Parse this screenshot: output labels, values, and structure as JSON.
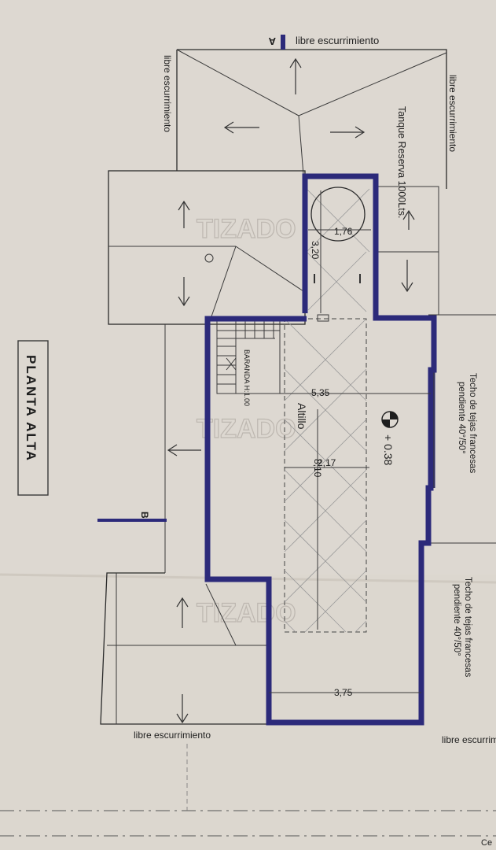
{
  "labels": {
    "title": "PLANTA ALTA",
    "runoff_top": "libre escurrimiento",
    "runoff_left": "libre escurrimiento",
    "runoff_right": "libre escurrimiento",
    "runoff_bottom": "libre escurrimiento",
    "runoff_bottom_right": "libre escurrim",
    "section_a": "A",
    "section_b": "B",
    "tank": "Tanque Reserva 1000Lts.",
    "roof_upper_line1": "Techo de tejas francesas",
    "roof_upper_line2": "pendiente 40°/50°",
    "roof_lower_line1": "Techo de tejas francesas",
    "roof_lower_line2": "pendiente 40°/50°",
    "room": "Altillo",
    "level": "+ 0.38",
    "railing": "BARANDA H:1.00",
    "watermark": "TIZADO",
    "bottom_cut": "Ce"
  },
  "dimensions": {
    "tank_width": "1,76",
    "tank_depth": "3,20",
    "length_upper": "5,35",
    "width_mid": "2,17",
    "length_total": "8,10",
    "width_bottom": "3,75"
  }
}
